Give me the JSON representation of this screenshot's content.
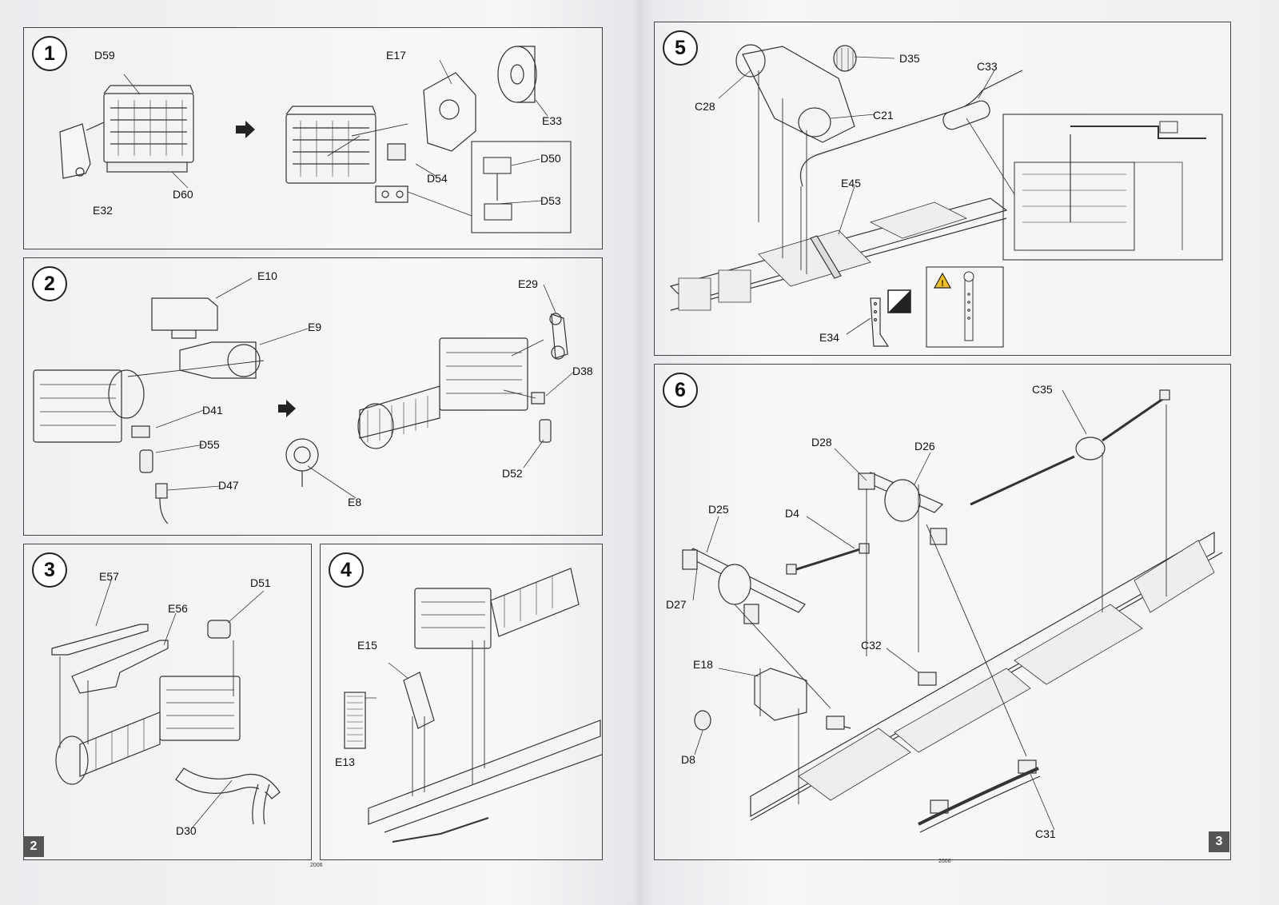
{
  "left_page": {
    "number": "2",
    "code": "2006",
    "steps": [
      {
        "number": "1",
        "labels": [
          "D59",
          "E17",
          "E33",
          "D60",
          "E32",
          "D54",
          "D50",
          "D53"
        ]
      },
      {
        "number": "2",
        "labels": [
          "E10",
          "E9",
          "E29",
          "D38",
          "D41",
          "D55",
          "D47",
          "E8",
          "D52"
        ]
      },
      {
        "number": "3",
        "labels": [
          "E57",
          "E56",
          "D51",
          "D30"
        ]
      },
      {
        "number": "4",
        "labels": [
          "E15",
          "E13"
        ]
      }
    ]
  },
  "right_page": {
    "number": "3",
    "code": "2006",
    "steps": [
      {
        "number": "5",
        "labels": [
          "D35",
          "C33",
          "C28",
          "C21",
          "E45",
          "E34"
        ]
      },
      {
        "number": "6",
        "labels": [
          "C35",
          "D28",
          "D26",
          "D25",
          "D4",
          "D27",
          "E18",
          "C32",
          "D8",
          "C31"
        ]
      }
    ]
  },
  "warning_icon": "caution-triangle-icon",
  "paint_icon": "paint-swatch-icon",
  "colors": {
    "line": "#333333",
    "panel_border": "#444444",
    "badge": "#555555"
  }
}
